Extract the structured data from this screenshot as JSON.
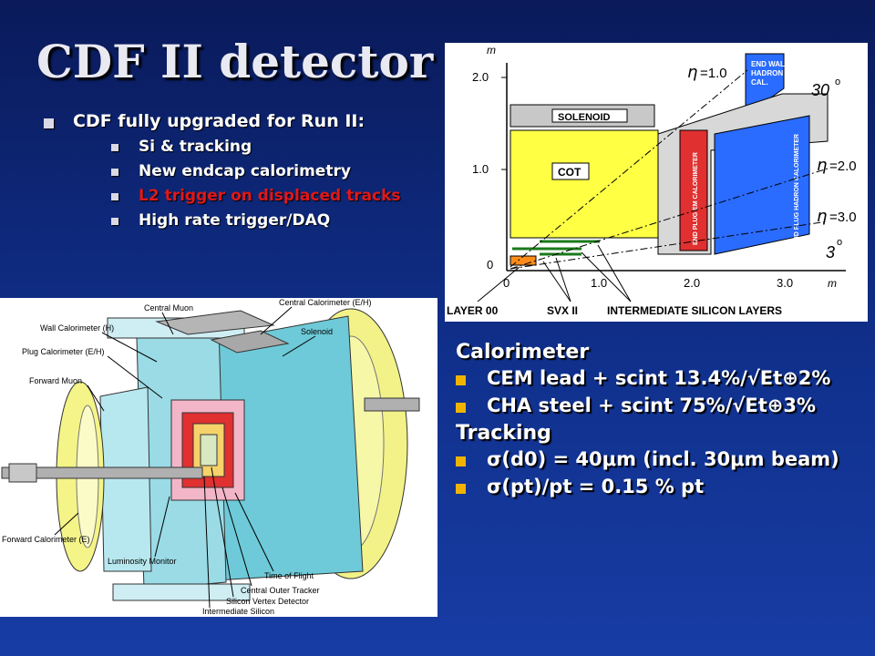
{
  "title": "CDF II detector",
  "bullets": {
    "main": "CDF fully upgraded for Run II:",
    "sub": [
      "Si & tracking",
      "New endcap calorimetry",
      "L2 trigger on displaced tracks",
      "High rate trigger/DAQ"
    ],
    "highlight_color": "#e01818"
  },
  "diagram": {
    "axis_unit_y": "m",
    "axis_unit_x": "m",
    "y_ticks": [
      "2.0",
      "1.0",
      "0"
    ],
    "x_ticks": [
      "0",
      "1.0",
      "2.0",
      "3.0"
    ],
    "eta_labels": [
      "=1.0",
      "=2.0",
      "=3.0"
    ],
    "angle_labels": [
      "30",
      "3"
    ],
    "angle_sup": "o",
    "regions": {
      "solenoid": "SOLENOID",
      "cot": "COT",
      "end_wall": [
        "END WALL",
        "HADRON",
        "CAL."
      ],
      "plug_em": "END PLUG EM CALORIMETER",
      "plug_had": "END PLUG HADRON CALORIMETER"
    },
    "bottom_labels": [
      "LAYER 00",
      "SVX II",
      "INTERMEDIATE SILICON LAYERS"
    ]
  },
  "detector_labels": [
    "Central Muon",
    "Central Calorimeter (E/H)",
    "Wall Calorimeter (H)",
    "Solenoid",
    "Plug Calorimeter (E/H)",
    "Forward Muon",
    "Forward Calorimeter (E)",
    "Luminosity Monitor",
    "Time of Flight",
    "Central Outer Tracker",
    "Silicon Vertex Detector",
    "Intermediate Silicon"
  ],
  "calorimeter": {
    "heading": "Calorimeter",
    "items": [
      "CEM lead + scint 13.4%/√Et⊕2%",
      "CHA steel + scint 75%/√Et⊕3%"
    ]
  },
  "tracking": {
    "heading": "Tracking",
    "items": [
      "σ(d0) = 40μm (incl. 30μm beam)",
      "σ(pt)/pt  = 0.15 % pt"
    ]
  },
  "colors": {
    "bullet_accent": "#f0b400",
    "background": "#10308c",
    "cot": "#ffff44",
    "plug": "#2a6cff",
    "plug_em": "#e03030",
    "solenoid": "#bbbbbb"
  }
}
